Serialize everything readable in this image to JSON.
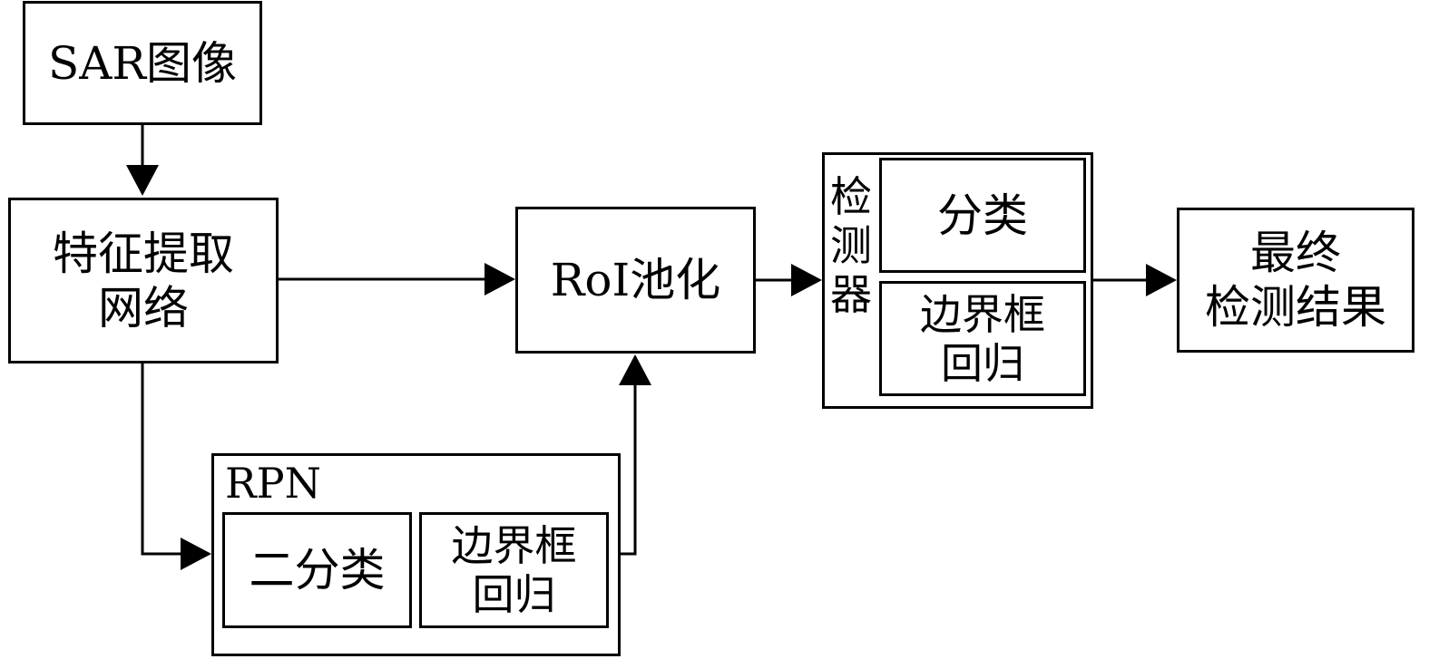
{
  "nodes": {
    "sar_image": "SAR图像",
    "feature_extraction": "特征提取\n网络",
    "rpn_title": "RPN",
    "rpn_classification": "二分类",
    "rpn_bbox_regression": "边界框\n回归",
    "roi_pooling": "RoI池化",
    "detector_title": "检测器",
    "detector_classification": "分类",
    "detector_bbox_regression": "边界框\n回归",
    "final_result": "最终\n检测结果"
  },
  "edges": [
    {
      "from": "sar_image",
      "to": "feature_extraction"
    },
    {
      "from": "feature_extraction",
      "to": "roi_pooling"
    },
    {
      "from": "feature_extraction",
      "to": "rpn"
    },
    {
      "from": "rpn",
      "to": "roi_pooling"
    },
    {
      "from": "roi_pooling",
      "to": "detector"
    },
    {
      "from": "detector",
      "to": "final_result"
    }
  ],
  "colors": {
    "stroke": "#000000",
    "background": "#ffffff"
  }
}
